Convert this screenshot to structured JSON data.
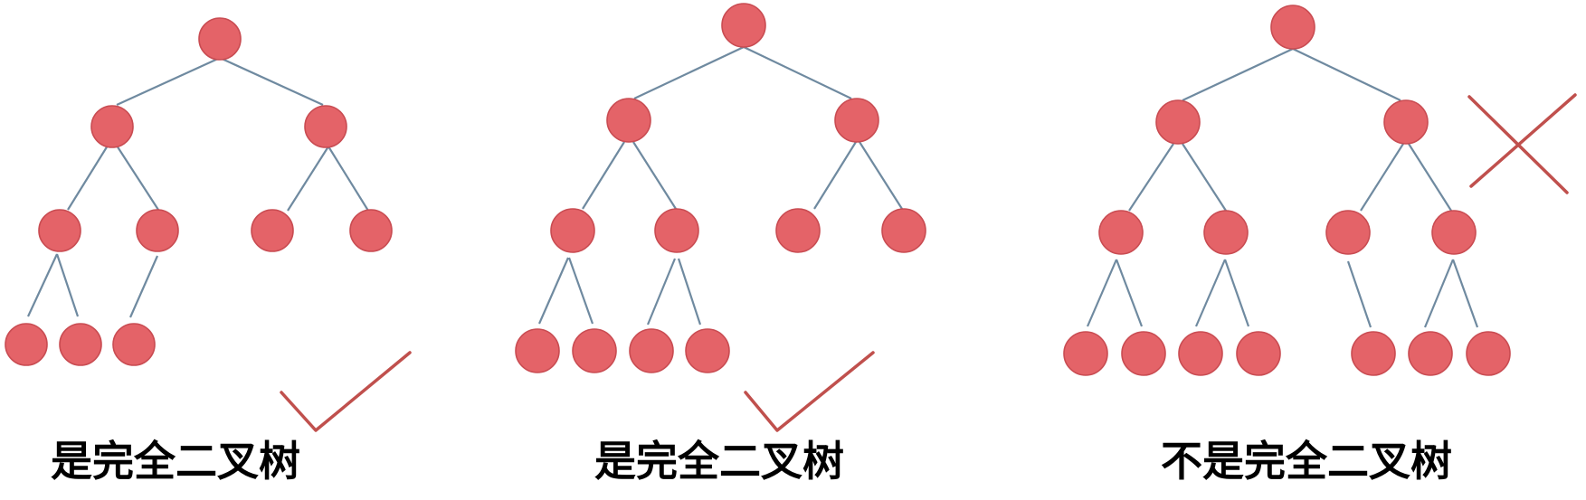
{
  "trees": [
    {
      "caption": "是完全二叉树",
      "verdict": "check-icon",
      "levels": [
        1,
        2,
        4,
        3
      ]
    },
    {
      "caption": "是完全二叉树",
      "verdict": "check-icon",
      "levels": [
        1,
        2,
        4,
        4
      ]
    },
    {
      "caption": "不是完全二叉树",
      "verdict": "cross-icon",
      "levels": [
        1,
        2,
        4,
        7
      ]
    }
  ],
  "colors": {
    "node_fill": "#e46368",
    "node_stroke": "#c94c52",
    "edge": "#6f8aa0",
    "mark": "#c0504d"
  }
}
